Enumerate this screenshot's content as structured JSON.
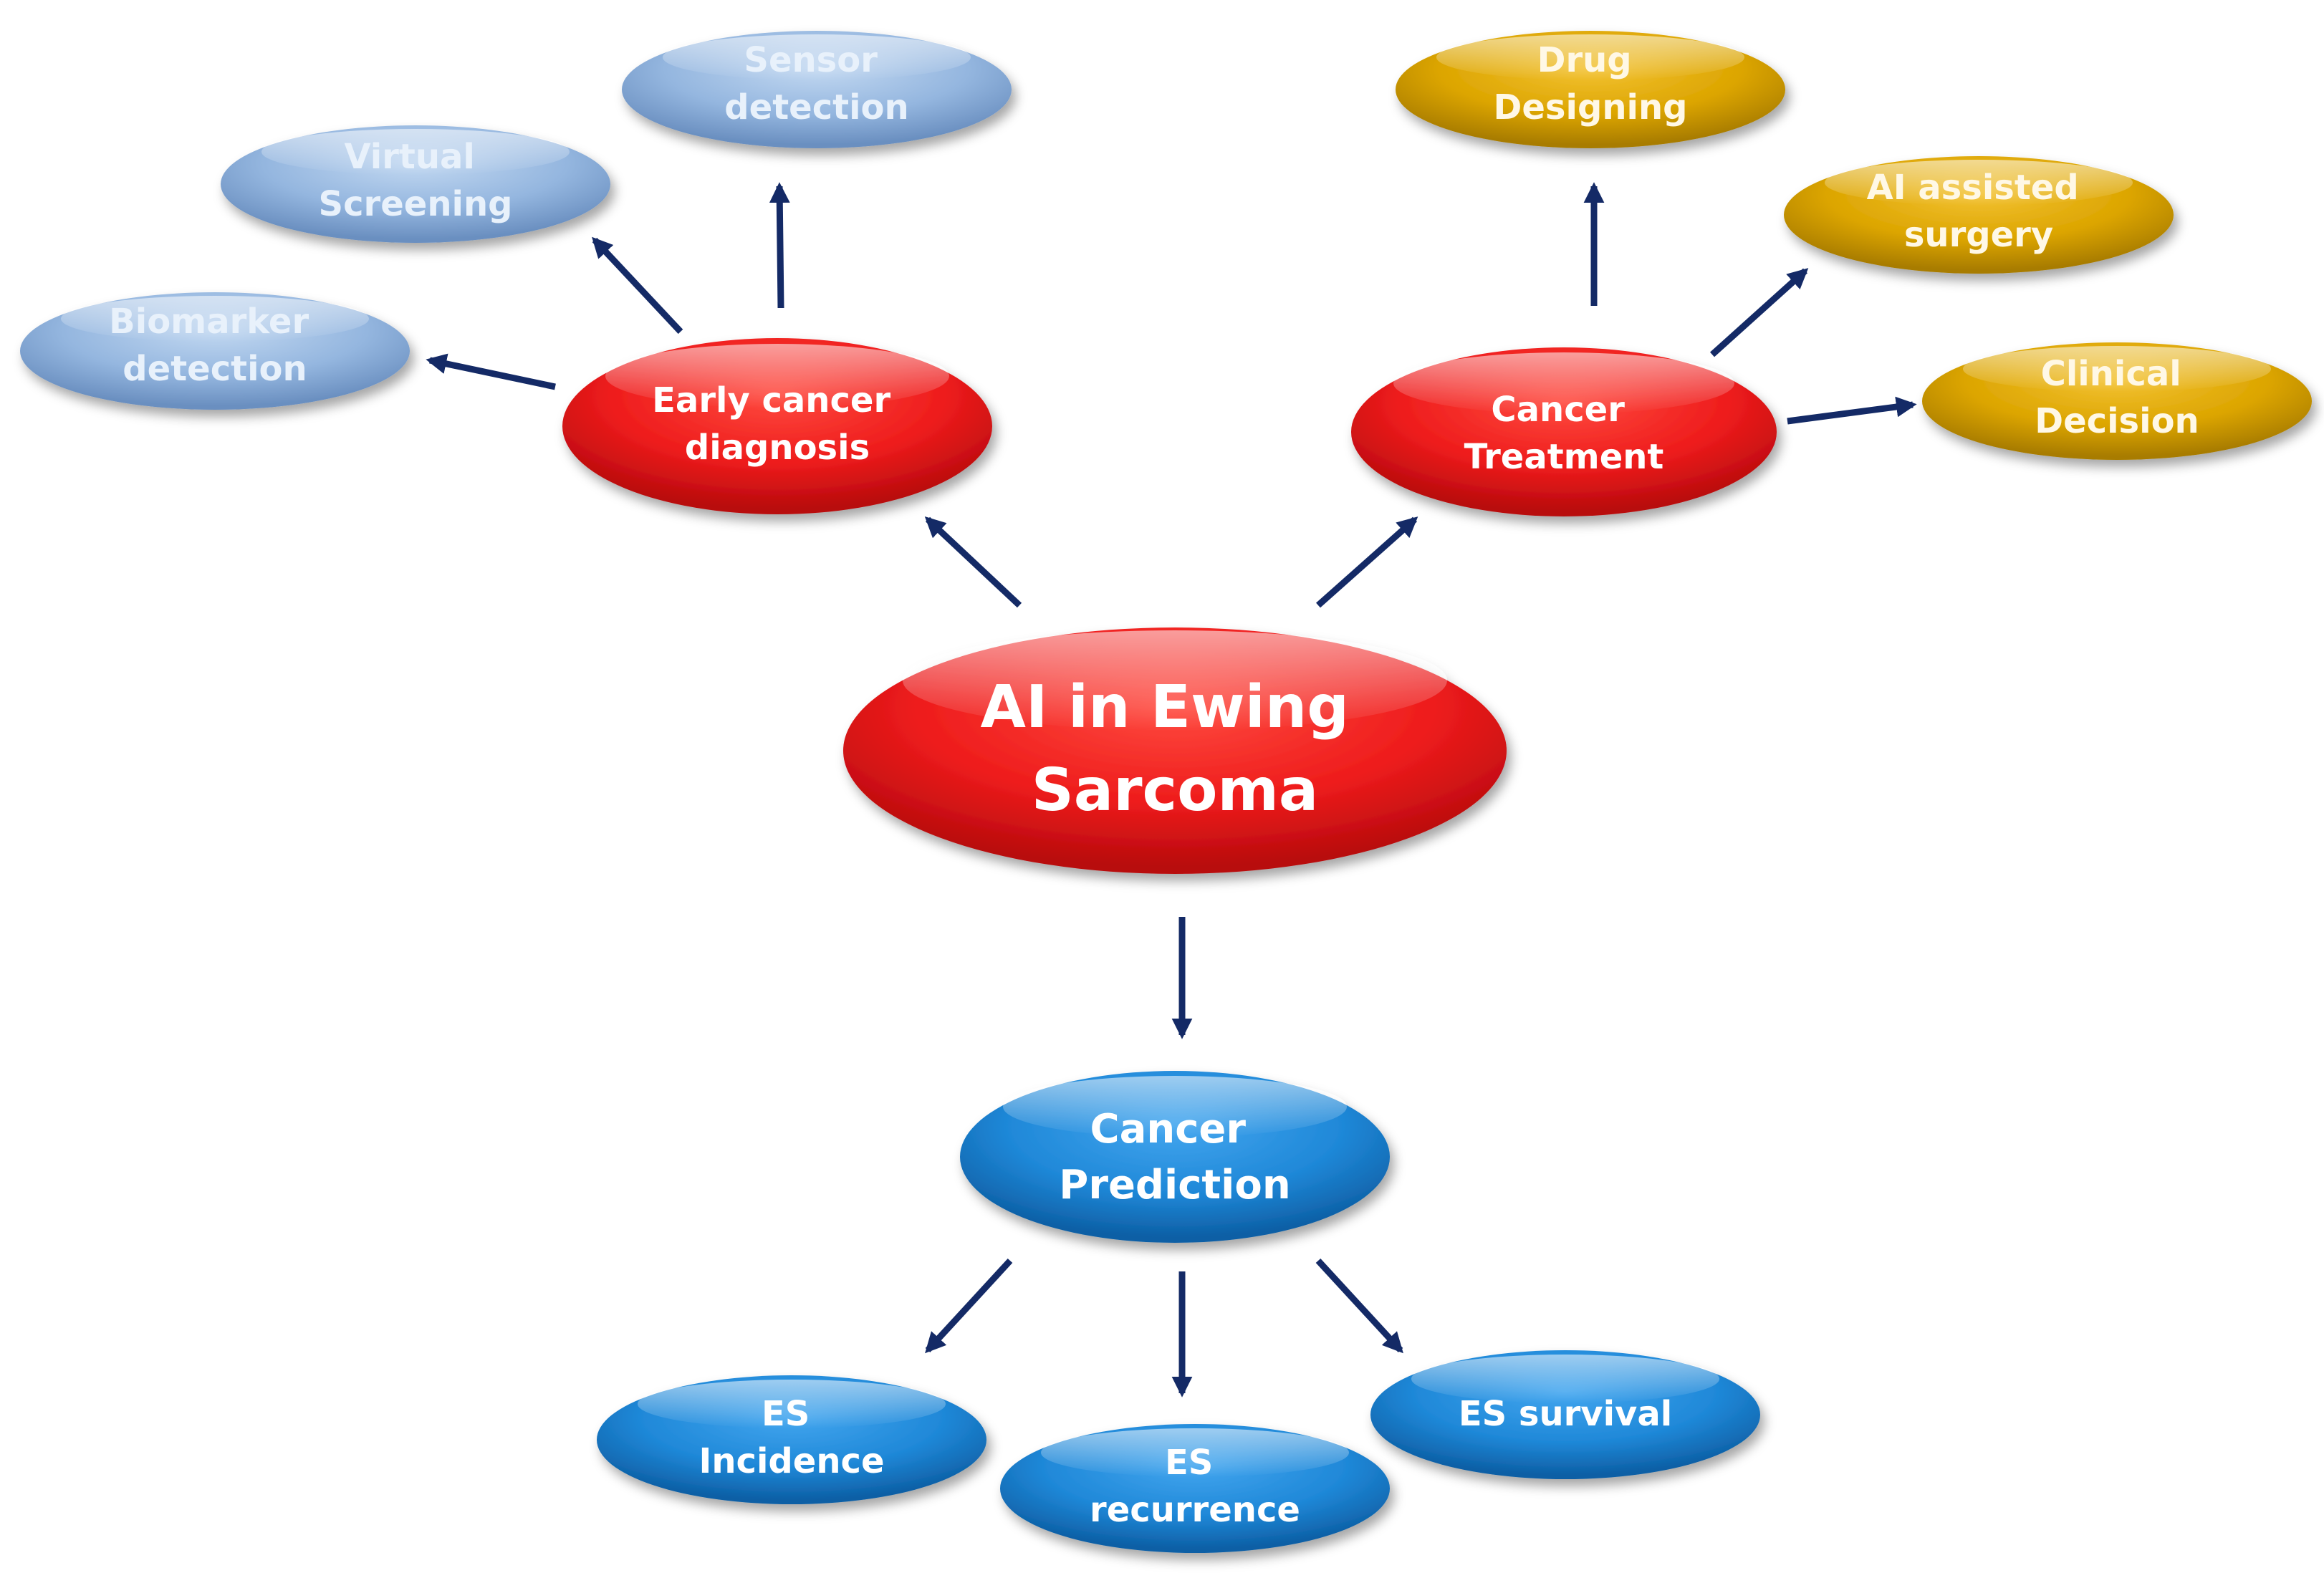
{
  "colors": {
    "red": "#e8141a",
    "gold": "#d9a300",
    "light_blue": "#8fb3de",
    "blue": "#1e87d6",
    "arrow": "#142a66",
    "background": "#ffffff"
  },
  "center": {
    "label": [
      "AI in Ewing",
      "Sarcoma"
    ]
  },
  "diagnosis": {
    "label": [
      "Early cancer",
      "diagnosis"
    ],
    "children": [
      {
        "id": "biomarker",
        "label": [
          "Biomarker",
          "detection"
        ]
      },
      {
        "id": "virtual",
        "label": [
          "Virtual",
          "Screening"
        ]
      },
      {
        "id": "sensor",
        "label": [
          "Sensor",
          "detection"
        ]
      }
    ]
  },
  "treatment": {
    "label": [
      "Cancer",
      "Treatment"
    ],
    "children": [
      {
        "id": "drug",
        "label": [
          "Drug",
          "Designing"
        ]
      },
      {
        "id": "surgery",
        "label": [
          "AI assisted",
          "surgery"
        ]
      },
      {
        "id": "clinical",
        "label": [
          "Clinical",
          "Decision"
        ]
      }
    ]
  },
  "prediction": {
    "label": [
      "Cancer",
      "Prediction"
    ],
    "children": [
      {
        "id": "incidence",
        "label": [
          "ES",
          "Incidence"
        ]
      },
      {
        "id": "recurrence",
        "label": [
          "ES",
          "recurrence"
        ]
      },
      {
        "id": "survival",
        "label": [
          "ES survival"
        ]
      }
    ]
  }
}
